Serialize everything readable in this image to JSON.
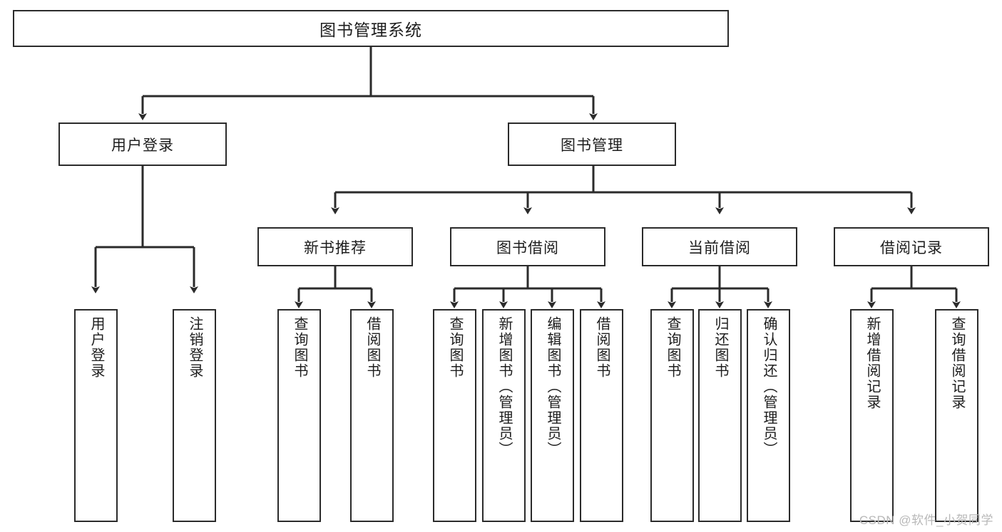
{
  "diagram": {
    "title": "图书管理系统",
    "root": {
      "label": "图书管理系统"
    },
    "level2": [
      {
        "label": "用户登录"
      },
      {
        "label": "图书管理"
      }
    ],
    "level3": [
      {
        "label": "新书推荐"
      },
      {
        "label": "图书借阅"
      },
      {
        "label": "当前借阅"
      },
      {
        "label": "借阅记录"
      }
    ],
    "leaves": {
      "user_login": [
        {
          "label": "用户登录"
        },
        {
          "label": "注销登录"
        }
      ],
      "new_book_recommend": [
        {
          "label": "查询图书"
        },
        {
          "label": "借阅图书"
        }
      ],
      "book_borrow": [
        {
          "label": "查询图书"
        },
        {
          "label": "新增图书（管理员）"
        },
        {
          "label": "编辑图书（管理员）"
        },
        {
          "label": "借阅图书"
        }
      ],
      "current_borrow": [
        {
          "label": "查询图书"
        },
        {
          "label": "归还图书"
        },
        {
          "label": "确认归还（管理员）"
        }
      ],
      "borrow_record": [
        {
          "label": "新增借阅记录"
        },
        {
          "label": "查询借阅记录"
        }
      ]
    }
  },
  "watermark": {
    "text": "CSDN @软件_小贺同学"
  },
  "colors": {
    "stroke": "#2b2b2b",
    "text": "#1d1d1d",
    "background": "#ffffff",
    "watermark": "#b8b8b8"
  }
}
